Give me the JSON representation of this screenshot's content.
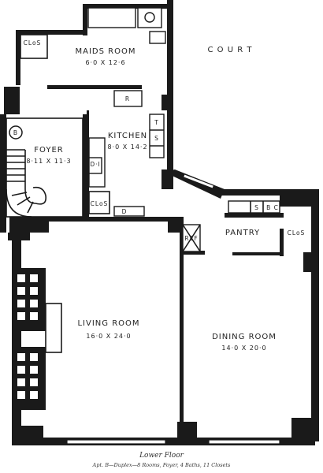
{
  "court": "C O U R T",
  "rooms": {
    "maids_room": {
      "name": "MAIDS ROOM",
      "dims": "6·0 X 12·6"
    },
    "kitchen": {
      "name": "KITCHEN",
      "dims": "8·0 X 14·2"
    },
    "foyer": {
      "name": "FOYER",
      "dims": "8·11 X 11·3"
    },
    "living_room": {
      "name": "LIVING ROOM",
      "dims": "16·0 X 24·0"
    },
    "dining_room": {
      "name": "DINING ROOM",
      "dims": "14·0 X 20·0"
    },
    "pantry": {
      "name": "PANTRY"
    }
  },
  "labels": {
    "clos_maids": "CLoS",
    "clos_kitchen": "CLoS",
    "clos_pantry": "CLoS",
    "foyer_marker": "B",
    "range": "R",
    "tub": "T",
    "sink": "S",
    "dresser": "D·I",
    "dumbwaiter": "D",
    "pantry_sink": "S",
    "pantry_bc": "B C",
    "refrigerator": "REF"
  },
  "caption": {
    "title": "Lower Floor",
    "subtitle": "Apt. B—Duplex—8 Rooms, Foyer, 4 Baths, 11 Closets"
  }
}
